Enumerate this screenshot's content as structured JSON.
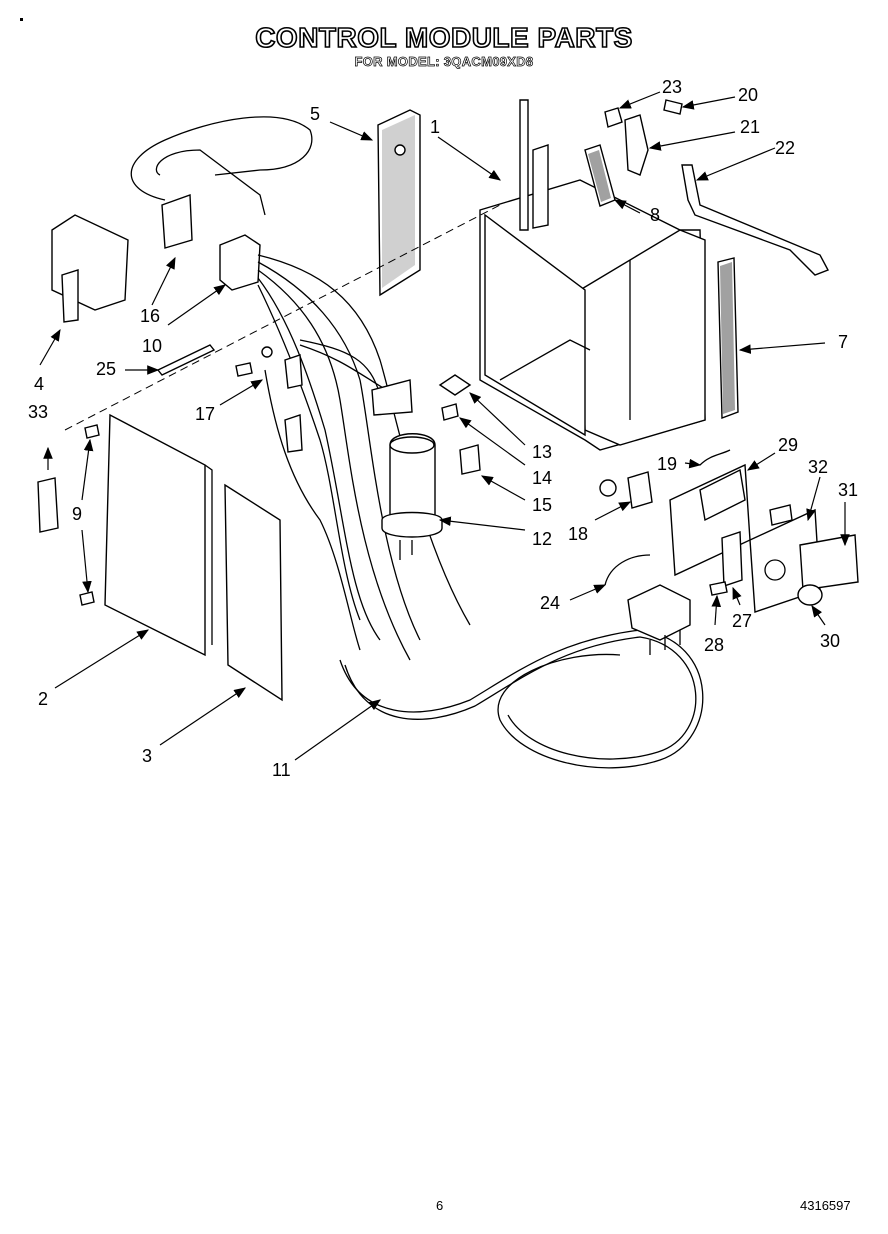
{
  "header": {
    "title": "CONTROL MODULE PARTS",
    "subtitle": "FOR MODEL: 3QACM09XD8"
  },
  "callouts": [
    "1",
    "2",
    "3",
    "4",
    "5",
    "7",
    "8",
    "9",
    "10",
    "11",
    "12",
    "13",
    "14",
    "15",
    "16",
    "17",
    "18",
    "19",
    "20",
    "21",
    "22",
    "23",
    "24",
    "25",
    "27",
    "28",
    "29",
    "30",
    "31",
    "32",
    "33"
  ],
  "footer": {
    "page_number": "6",
    "doc_number": "4316597"
  }
}
